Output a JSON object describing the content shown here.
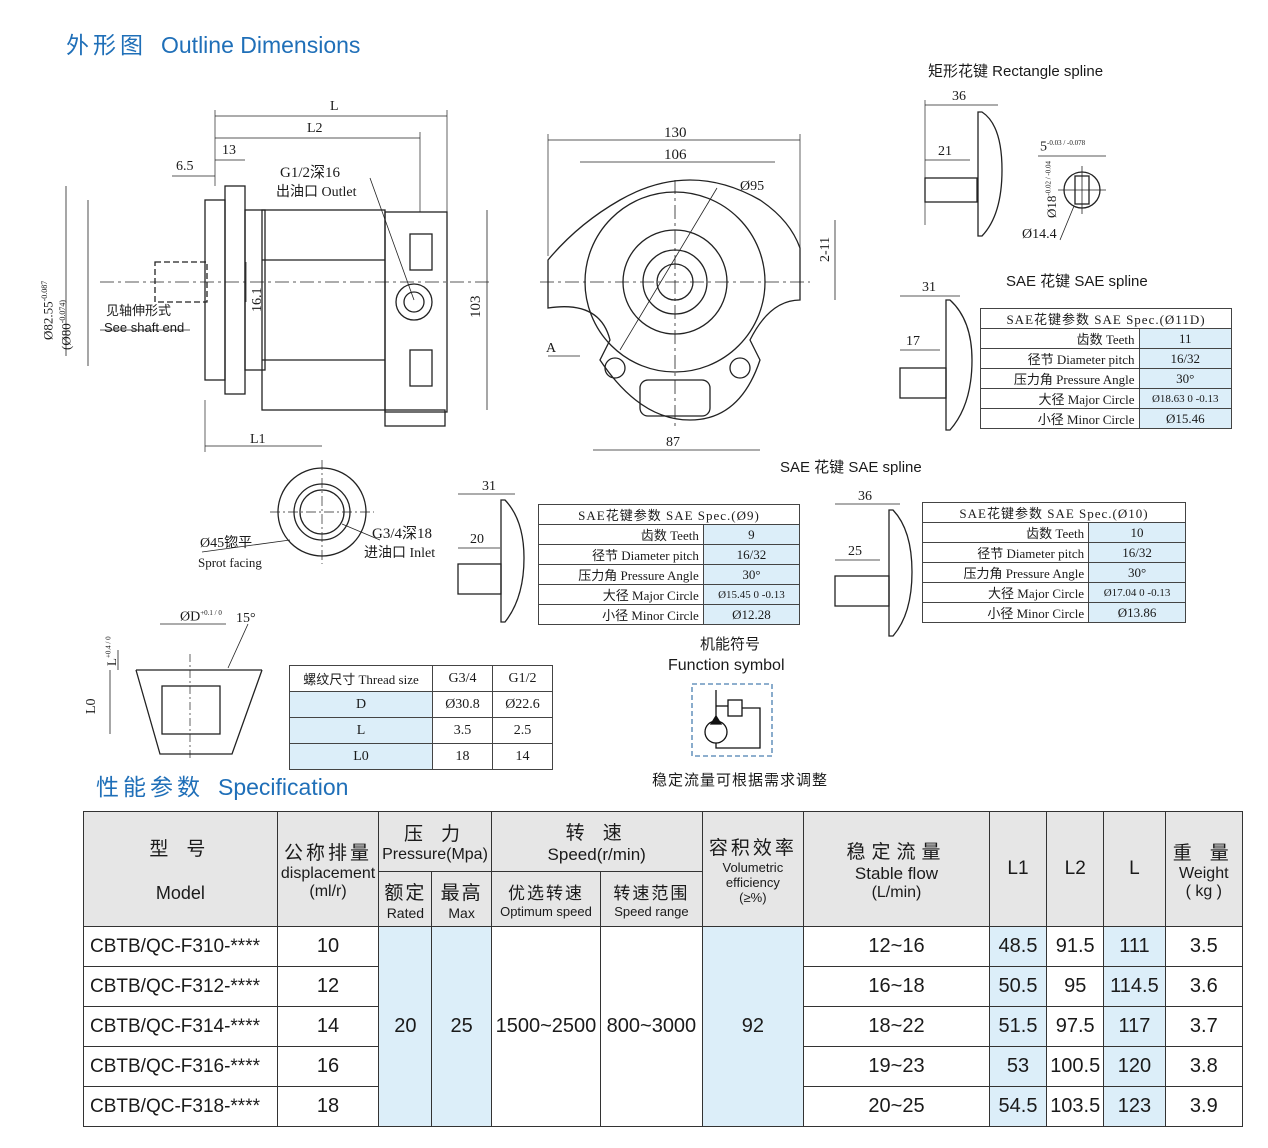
{
  "headings": {
    "outline_cn": "外形图",
    "outline_en": "Outline Dimensions",
    "spec_cn": "性能参数",
    "spec_en": "Specification"
  },
  "side_view": {
    "L": "L",
    "L2": "L2",
    "L1": "L1",
    "d13": "13",
    "d65": "6.5",
    "port": "G1/2深16",
    "outlet": "出油口 Outlet",
    "dia1": "Ø82.55",
    "dia1_tol": "-0.087",
    "dia2": "(Ø80",
    "dia2_tol": "-0.074)",
    "d161": "16.1",
    "d103": "103",
    "shaft_cn": "见轴伸形式",
    "shaft_en": "See shaft end"
  },
  "front_view": {
    "d130": "130",
    "d106": "106",
    "d95": "Ø95",
    "d211": "2-11",
    "d87": "87",
    "A": "A"
  },
  "rect_spline": {
    "title": "矩形花键  Rectangle spline",
    "d36": "36",
    "d21": "21",
    "d5": "5",
    "d5_tol": "-0.03 / -0.078",
    "d18": "Ø18",
    "d18_tol": "-0.02 / -0.04",
    "d144": "Ø14.4"
  },
  "sae11": {
    "title": "SAE 花键  SAE spline",
    "d31": "31",
    "d17": "17",
    "rows": [
      [
        "SAE花键参数  SAE Spec.(Ø11D)",
        ""
      ],
      [
        "齿数 Teeth",
        "11"
      ],
      [
        "径节 Diameter pitch",
        "16/32"
      ],
      [
        "压力角 Pressure Angle",
        "30°"
      ],
      [
        "大径 Major Circle",
        "Ø18.63 0 -0.13"
      ],
      [
        "小径 Minor Circle",
        "Ø15.46"
      ]
    ]
  },
  "inlet": {
    "d45": "Ø45锪平",
    "sprot": "Sprot facing",
    "port": "G3/4深18",
    "inlet": "进油口 Inlet"
  },
  "sae9": {
    "d31": "31",
    "d20": "20",
    "rows": [
      [
        "SAE花键参数  SAE Spec.(Ø9)",
        ""
      ],
      [
        "齿数 Teeth",
        "9"
      ],
      [
        "径节 Diameter pitch",
        "16/32"
      ],
      [
        "压力角 Pressure Angle",
        "30°"
      ],
      [
        "大径 Major Circle",
        "Ø15.45 0 -0.13"
      ],
      [
        "小径 Minor Circle",
        "Ø12.28"
      ]
    ]
  },
  "sae10": {
    "title": "SAE 花键  SAE spline",
    "d36": "36",
    "d25": "25",
    "rows": [
      [
        "SAE花键参数  SAE Spec.(Ø10)",
        ""
      ],
      [
        "齿数 Teeth",
        "10"
      ],
      [
        "径节 Diameter pitch",
        "16/32"
      ],
      [
        "压力角 Pressure Angle",
        "30°"
      ],
      [
        "大径 Major Circle",
        "Ø17.04 0 -0.13"
      ],
      [
        "小径 Minor Circle",
        "Ø13.86"
      ]
    ]
  },
  "thread_detail": {
    "dD": "ØD",
    "dD_tol": "+0.1 / 0",
    "a15": "15°",
    "L": "L",
    "L_tol": "+0.4 / 0",
    "L0": "L0"
  },
  "thread_table": {
    "header": [
      "螺纹尺寸 Thread size",
      "G3/4",
      "G1/2"
    ],
    "rows": [
      [
        "D",
        "Ø30.8",
        "Ø22.6"
      ],
      [
        "L",
        "3.5",
        "2.5"
      ],
      [
        "L0",
        "18",
        "14"
      ]
    ]
  },
  "function": {
    "title_cn": "机能符号",
    "title_en": "Function symbol",
    "note": "稳定流量可根据需求调整"
  },
  "perf": {
    "h_model_cn": "型  号",
    "h_model_en": "Model",
    "h_disp_cn": "公称排量",
    "h_disp_en1": "displacement",
    "h_disp_en2": "(ml/r)",
    "h_press_cn": "压  力",
    "h_press_en": "Pressure(Mpa)",
    "h_rated_cn": "额定",
    "h_rated_en": "Rated",
    "h_max_cn": "最高",
    "h_max_en": "Max",
    "h_speed_cn": "转 速",
    "h_speed_en": "Speed(r/min)",
    "h_opt_cn": "优选转速",
    "h_opt_en": "Optimum speed",
    "h_range_cn": "转速范围",
    "h_range_en": "Speed range",
    "h_eff_cn": "容积效率",
    "h_eff_en1": "Volumetric  efficiency",
    "h_eff_en2": "(≥%)",
    "h_flow_cn": "稳定流量",
    "h_flow_en1": "Stable flow",
    "h_flow_en2": "(L/min)",
    "h_L1": "L1",
    "h_L2": "L2",
    "h_L": "L",
    "h_weight_cn": "重  量",
    "h_weight_en1": "Weight",
    "h_weight_en2": "( kg )",
    "rated": "20",
    "max": "25",
    "optimum": "1500~2500",
    "range": "800~3000",
    "efficiency": "92",
    "rows": [
      {
        "model": "CBTB/QC-F310-****",
        "disp": "10",
        "flow": "12~16",
        "L1": "48.5",
        "L2": "91.5",
        "L": "111",
        "weight": "3.5"
      },
      {
        "model": "CBTB/QC-F312-****",
        "disp": "12",
        "flow": "16~18",
        "L1": "50.5",
        "L2": "95",
        "L": "114.5",
        "weight": "3.6"
      },
      {
        "model": "CBTB/QC-F314-****",
        "disp": "14",
        "flow": "18~22",
        "L1": "51.5",
        "L2": "97.5",
        "L": "117",
        "weight": "3.7"
      },
      {
        "model": "CBTB/QC-F316-****",
        "disp": "16",
        "flow": "19~23",
        "L1": "53",
        "L2": "100.5",
        "L": "120",
        "weight": "3.8"
      },
      {
        "model": "CBTB/QC-F318-****",
        "disp": "18",
        "flow": "20~25",
        "L1": "54.5",
        "L2": "103.5",
        "L": "123",
        "weight": "3.9"
      }
    ]
  }
}
